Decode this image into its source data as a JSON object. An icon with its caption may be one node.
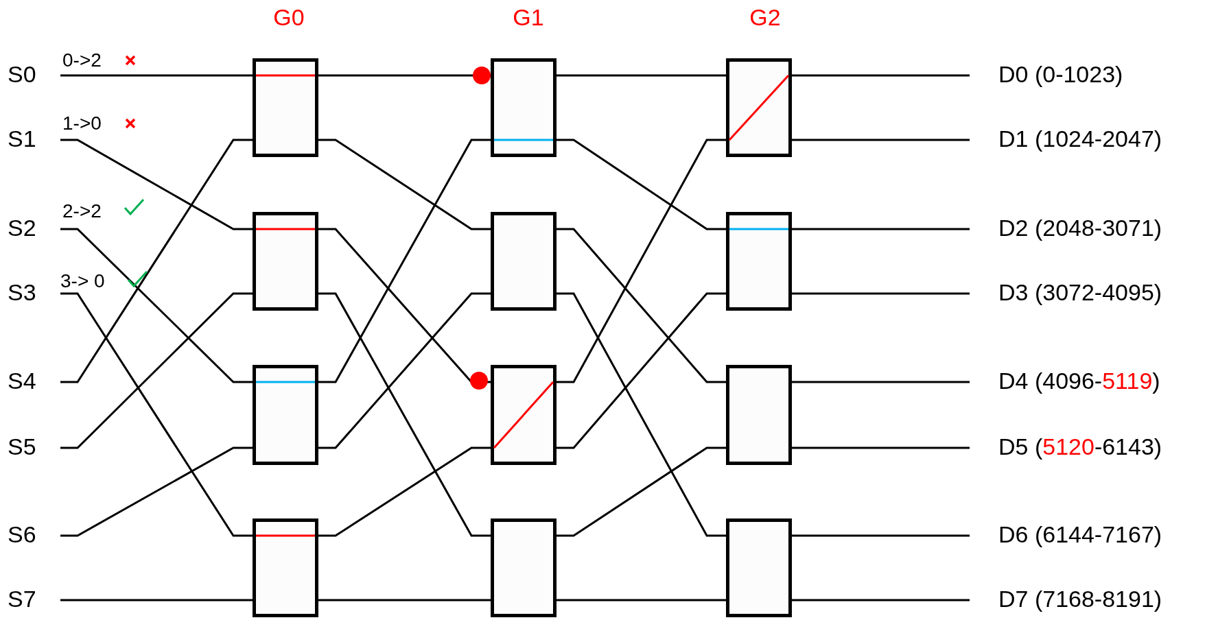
{
  "diagram": {
    "nodes": [
      {
        "text": [
          "S0"
        ]
      },
      {
        "text": [
          "S1"
        ]
      },
      {
        "text": [
          "S2"
        ]
      },
      {
        "text": [
          "S3"
        ]
      },
      {
        "text": [
          "S4"
        ]
      },
      {
        "text": [
          "S5"
        ]
      },
      {
        "text": [
          "S6"
        ]
      },
      {
        "text": [
          "S7"
        ]
      },
      {
        "text": [],
        "shape": "box"
      },
      {
        "text": [],
        "shape": "box"
      },
      {
        "text": [],
        "shape": "box"
      },
      {
        "text": [],
        "shape": "box"
      },
      {
        "text": [],
        "shape": "box"
      },
      {
        "text": [],
        "shape": "box"
      },
      {
        "text": [],
        "shape": "box"
      },
      {
        "text": [],
        "shape": "box"
      },
      {
        "text": [],
        "shape": "box"
      },
      {
        "text": [],
        "shape": "box"
      },
      {
        "text": [],
        "shape": "box"
      },
      {
        "text": [],
        "shape": "box"
      },
      {
        "text": [
          "D0 (0-1023)"
        ]
      },
      {
        "text": [
          "D1 (1024-2047)"
        ]
      },
      {
        "text": [
          "D2 (2048-3071)"
        ]
      },
      {
        "text": [
          "D3 (3072-4095)"
        ]
      },
      {
        "text": [
          "D4 (4096-5119)"
        ]
      },
      {
        "text": [
          "D5 (5120-6143)"
        ]
      },
      {
        "text": [
          "D6 (6144-7167)"
        ]
      },
      {
        "text": [
          "D7 (7168-8191)"
        ]
      }
    ],
    "edges": [
      {
        "from": 0,
        "to": 8,
        "arrow": "none",
        "label": "0->2"
      },
      {
        "from": 1,
        "to": 9,
        "arrow": "none",
        "label": "1->0"
      },
      {
        "from": 2,
        "to": 10,
        "arrow": "none",
        "label": "2->2"
      },
      {
        "from": 3,
        "to": 11,
        "arrow": "none",
        "label": "3-> 0"
      },
      {
        "from": 4,
        "to": 8,
        "arrow": "none"
      },
      {
        "from": 5,
        "to": 9,
        "arrow": "none"
      },
      {
        "from": 6,
        "to": 10,
        "arrow": "none"
      },
      {
        "from": 7,
        "to": 11,
        "arrow": "none"
      },
      {
        "from": 8,
        "to": 12,
        "arrow": "none"
      },
      {
        "from": 8,
        "to": 13,
        "arrow": "none"
      },
      {
        "from": 9,
        "to": 14,
        "arrow": "none"
      },
      {
        "from": 9,
        "to": 15,
        "arrow": "none"
      },
      {
        "from": 10,
        "to": 12,
        "arrow": "none"
      },
      {
        "from": 10,
        "to": 13,
        "arrow": "none"
      },
      {
        "from": 11,
        "to": 14,
        "arrow": "none"
      },
      {
        "from": 11,
        "to": 15,
        "arrow": "none"
      },
      {
        "from": 12,
        "to": 16,
        "arrow": "none"
      },
      {
        "from": 12,
        "to": 17,
        "arrow": "none"
      },
      {
        "from": 13,
        "to": 18,
        "arrow": "none"
      },
      {
        "from": 13,
        "to": 19,
        "arrow": "none"
      },
      {
        "from": 14,
        "to": 16,
        "arrow": "none"
      },
      {
        "from": 14,
        "to": 17,
        "arrow": "none"
      },
      {
        "from": 15,
        "to": 18,
        "arrow": "none"
      },
      {
        "from": 15,
        "to": 19,
        "arrow": "none"
      },
      {
        "from": 16,
        "to": 20,
        "arrow": "none"
      },
      {
        "from": 16,
        "to": 21,
        "arrow": "none"
      },
      {
        "from": 17,
        "to": 22,
        "arrow": "none"
      },
      {
        "from": 17,
        "to": 23,
        "arrow": "none"
      },
      {
        "from": 18,
        "to": 24,
        "arrow": "none"
      },
      {
        "from": 18,
        "to": 25,
        "arrow": "none"
      },
      {
        "from": 19,
        "to": 26,
        "arrow": "none"
      },
      {
        "from": 19,
        "to": 27,
        "arrow": "none"
      }
    ],
    "labels": [
      "G0",
      "G1",
      "G2"
    ]
  }
}
